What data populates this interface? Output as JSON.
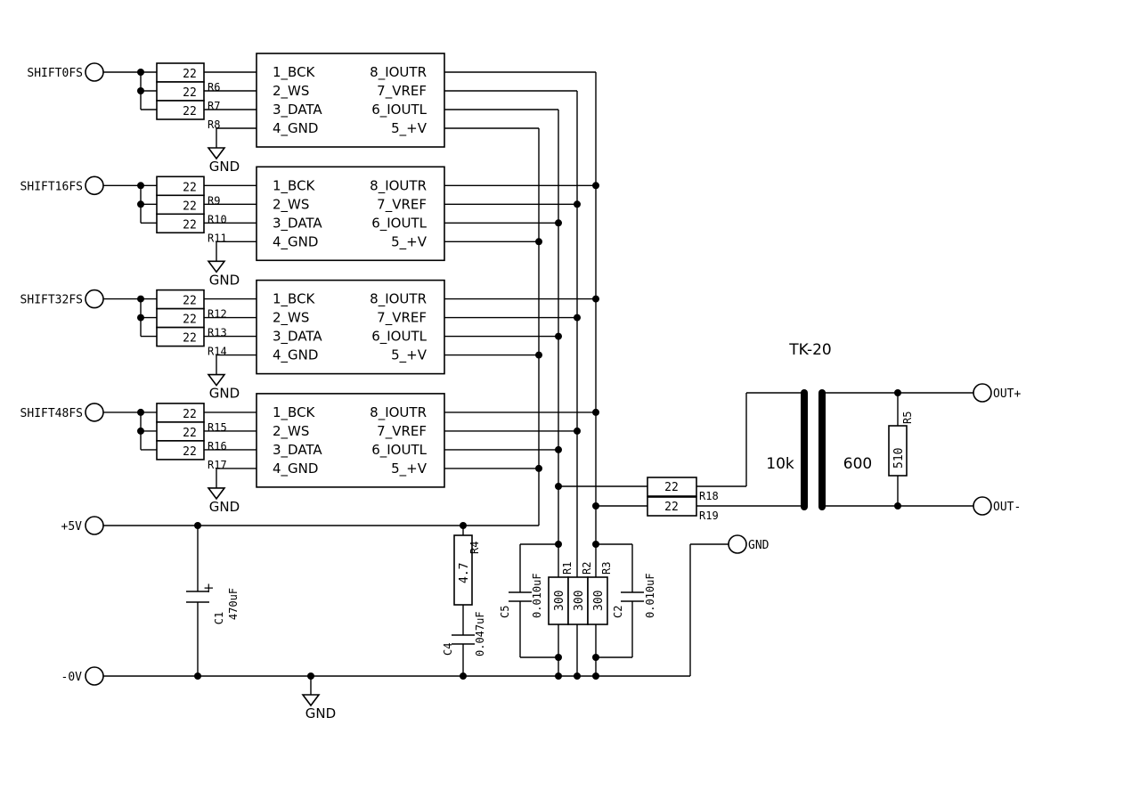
{
  "inputs": [
    "SHIFT0FS",
    "SHIFT16FS",
    "SHIFT32FS",
    "SHIFT48FS"
  ],
  "power": {
    "plus": "+5V",
    "minus": "-0V"
  },
  "ic_pins": {
    "left": [
      "1_BCK",
      "2_WS",
      "3_DATA",
      "4_GND"
    ],
    "right": [
      "8_IOUTR",
      "7_VREF",
      "6_IOUTL",
      "5_+V"
    ]
  },
  "input_resistors": [
    [
      "R6",
      "R7",
      "R8"
    ],
    [
      "R9",
      "R10",
      "R11"
    ],
    [
      "R12",
      "R13",
      "R14"
    ],
    [
      "R15",
      "R16",
      "R17"
    ]
  ],
  "resistor_value": "22",
  "gnd_label": "GND",
  "output_resistors": {
    "r18": "R18",
    "r19": "R19",
    "value": "22"
  },
  "transformer": {
    "name": "TK-20",
    "primary": "10k",
    "secondary": "600"
  },
  "r5": {
    "ref": "R5",
    "value": "510"
  },
  "outputs": {
    "plus": "OUT+",
    "minus": "OUT-"
  },
  "gnd_terminal": "GND",
  "c1": {
    "ref": "C1",
    "value": "470uF",
    "polarity": "+"
  },
  "r4": {
    "ref": "R4",
    "value": "4.7"
  },
  "c4": {
    "ref": "C4",
    "value": "0.047uF"
  },
  "c5": {
    "ref": "C5",
    "value": "0.010uF"
  },
  "c2": {
    "ref": "C2",
    "value": "0.010uF"
  },
  "load": [
    {
      "ref": "R1",
      "value": "300"
    },
    {
      "ref": "R2",
      "value": "300"
    },
    {
      "ref": "R3",
      "value": "300"
    }
  ]
}
